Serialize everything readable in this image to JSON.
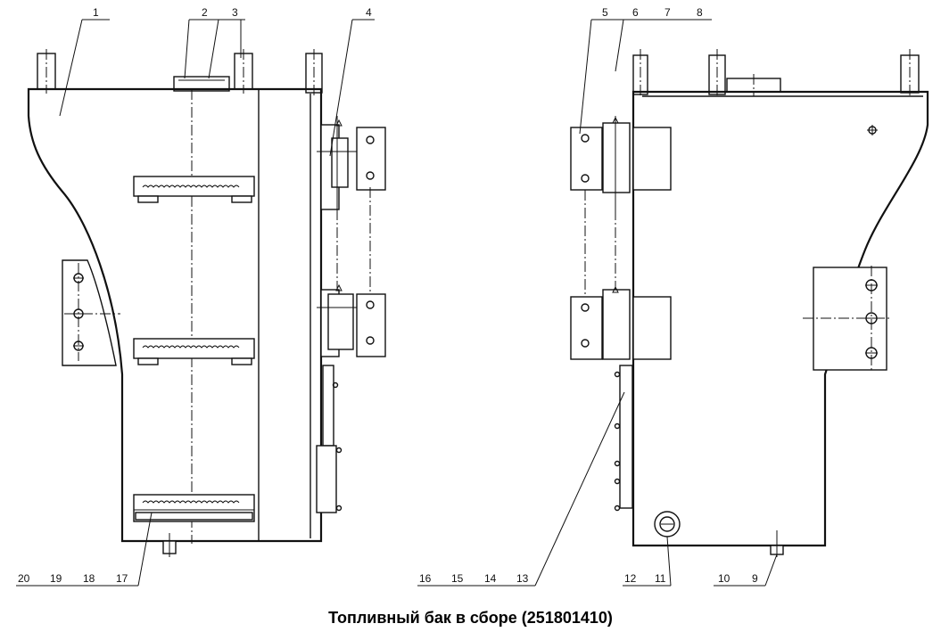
{
  "caption": "Топливный бак в сборе (251801410)",
  "callouts": {
    "n1": "1",
    "n2": "2",
    "n3": "3",
    "n4": "4",
    "n5": "5",
    "n6": "6",
    "n7": "7",
    "n8": "8",
    "n9": "9",
    "n10": "10",
    "n11": "11",
    "n12": "12",
    "n13": "13",
    "n14": "14",
    "n15": "15",
    "n16": "16",
    "n17": "17",
    "n18": "18",
    "n19": "19",
    "n20": "20"
  }
}
